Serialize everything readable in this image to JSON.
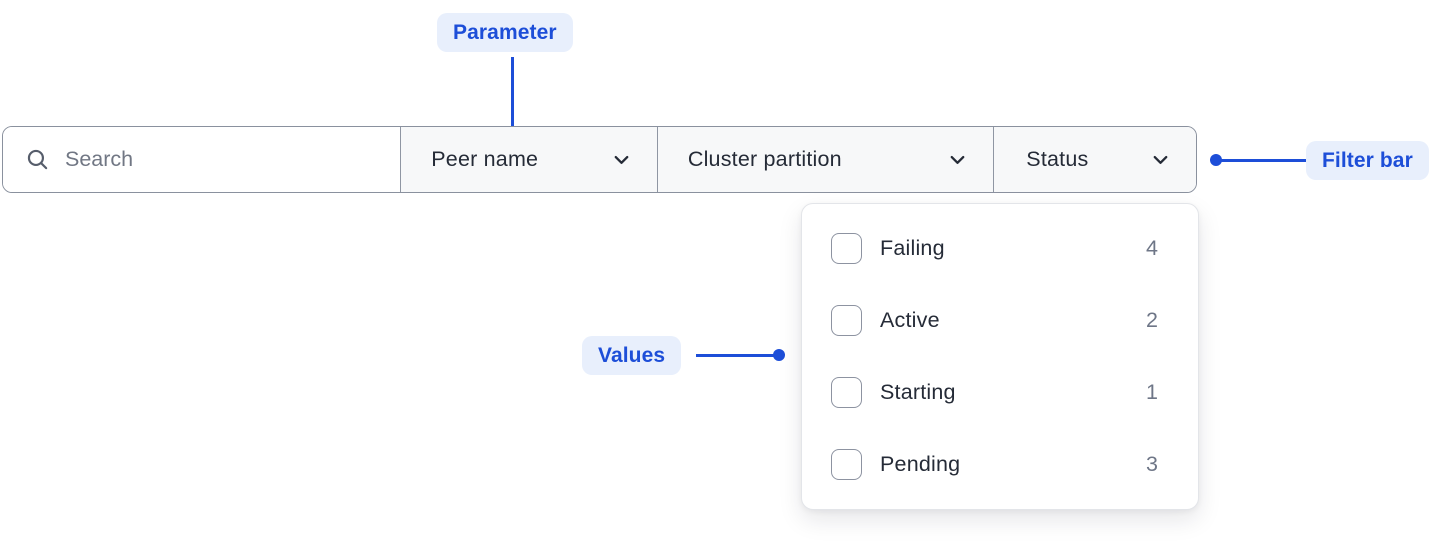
{
  "annotations": {
    "parameter_label": "Parameter",
    "filter_bar_label": "Filter bar",
    "values_label": "Values"
  },
  "filter_bar": {
    "search_placeholder": "Search",
    "dropdowns": [
      {
        "label": "Peer name"
      },
      {
        "label": "Cluster partition"
      },
      {
        "label": "Status"
      }
    ]
  },
  "status_panel": {
    "items": [
      {
        "label": "Failing",
        "count": "4",
        "checked": false
      },
      {
        "label": "Active",
        "count": "2",
        "checked": false
      },
      {
        "label": "Starting",
        "count": "1",
        "checked": false
      },
      {
        "label": "Pending",
        "count": "3",
        "checked": false
      }
    ]
  },
  "colors": {
    "annotation_blue": "#1D4ED8",
    "annotation_badge_bg": "#E8EFFC",
    "bar_border": "#8A919E",
    "section_bg": "#F7F8F9",
    "text_dark": "#252B37",
    "text_muted": "#6E7687",
    "panel_border": "#E3E5E9"
  }
}
